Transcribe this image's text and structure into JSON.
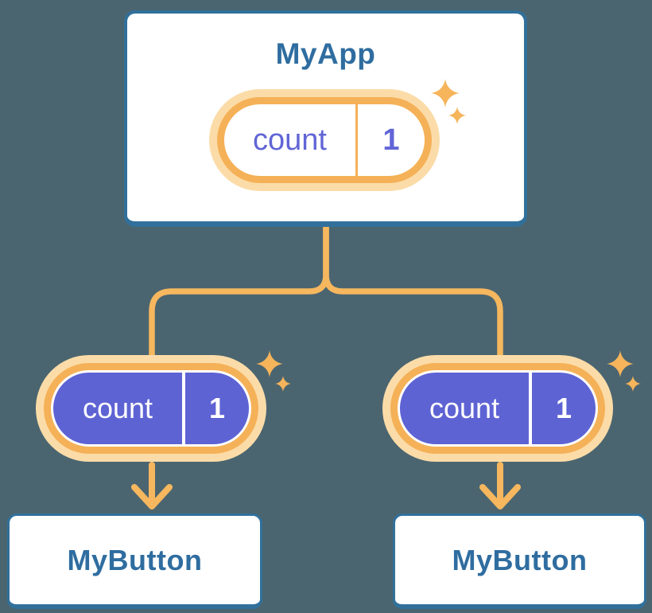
{
  "canvas": {
    "background": "#4B6570"
  },
  "palette": {
    "card_border": "#31709B",
    "card_background": "#FFFFFF",
    "title_text": "#2F6DA0",
    "connector_line": "#F6B75E",
    "pill_glow": "#FBDCA8",
    "pill_ring": "#F5B158",
    "state_text": "#6165D6",
    "prop_fill": "#5E63D4",
    "prop_text": "#FFFFFF",
    "sparkle": "#F6B45B"
  },
  "tree": {
    "root": {
      "title": "MyApp",
      "state": {
        "name": "count",
        "value": "1"
      }
    },
    "children": [
      {
        "title": "MyButton",
        "prop": {
          "name": "count",
          "value": "1"
        }
      },
      {
        "title": "MyButton",
        "prop": {
          "name": "count",
          "value": "1"
        }
      }
    ]
  }
}
